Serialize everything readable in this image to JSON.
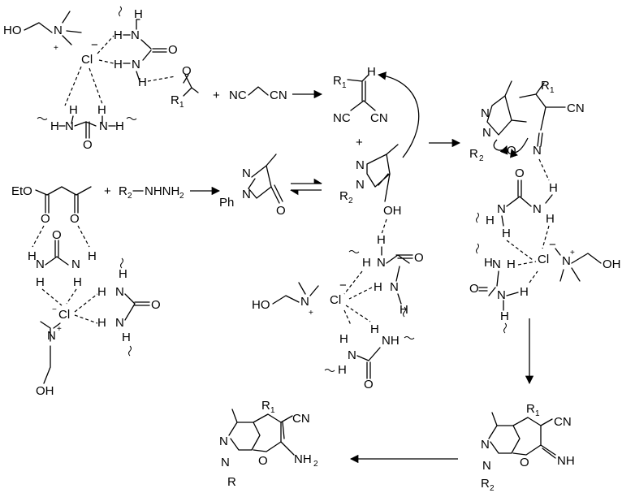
{
  "labels": {
    "hoch2ch2": "HO",
    "n_plus": "N",
    "plus": "+",
    "cl": "Cl",
    "minus": "−",
    "h": "H",
    "n": "N",
    "nh": "NH",
    "hn": "HN",
    "o": "O",
    "oh": "OH",
    "r1": "R",
    "r2": "R",
    "r": "R",
    "sub1": "1",
    "sub2": "2",
    "sub3": "2",
    "cn": "CN",
    "nc": "NC",
    "eto": "EtO",
    "ph": "Ph",
    "r2nhnh2_a": "R",
    "r2nhnh2_b": "NHNH",
    "nh2": "NH",
    "nh_imine": "NH"
  }
}
